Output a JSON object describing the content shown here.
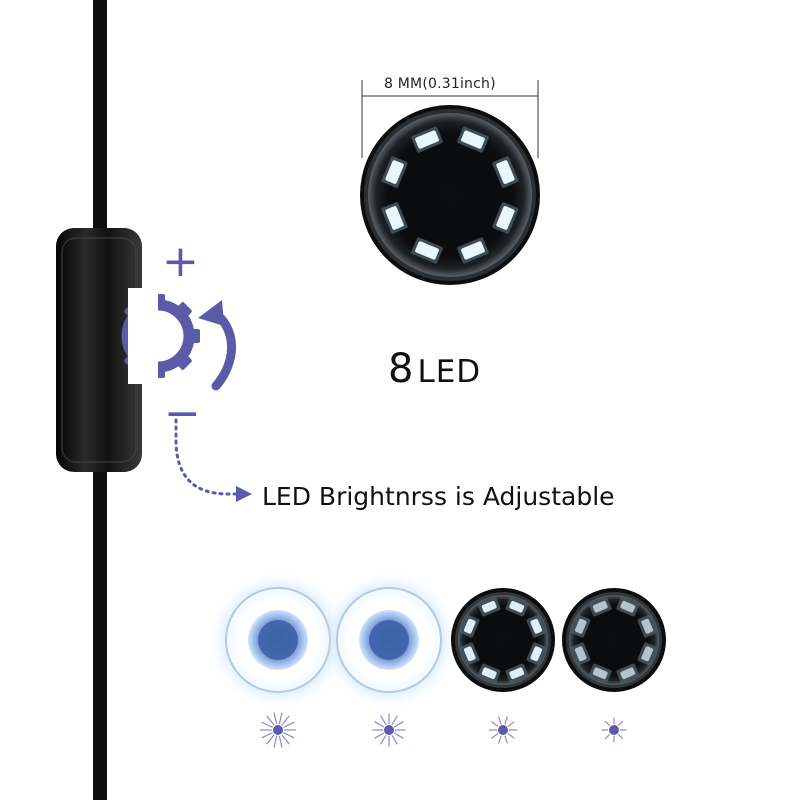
{
  "product": {
    "diameter_label": "8 MM(0.31inch)",
    "led_count": "8",
    "led_unit": "LED",
    "brightness_note": "LED Brightnrss is Adjustable",
    "plus_symbol": "+",
    "minus_symbol": "−"
  },
  "brightness_levels": [
    {
      "level": 1.0
    },
    {
      "level": 0.8
    },
    {
      "level": 0.45
    },
    {
      "level": 0.2
    }
  ],
  "colors": {
    "accent": "#5a5aa8",
    "cable": "#0d0d0d",
    "camera_body": "#1a1a1a",
    "led_glow": "#e8f6ff"
  },
  "icons": {
    "dial": "gear-icon",
    "rotate": "rotate-arrow-icon",
    "pointer": "dotted-arrow-icon",
    "brightness": "sun-icon"
  }
}
